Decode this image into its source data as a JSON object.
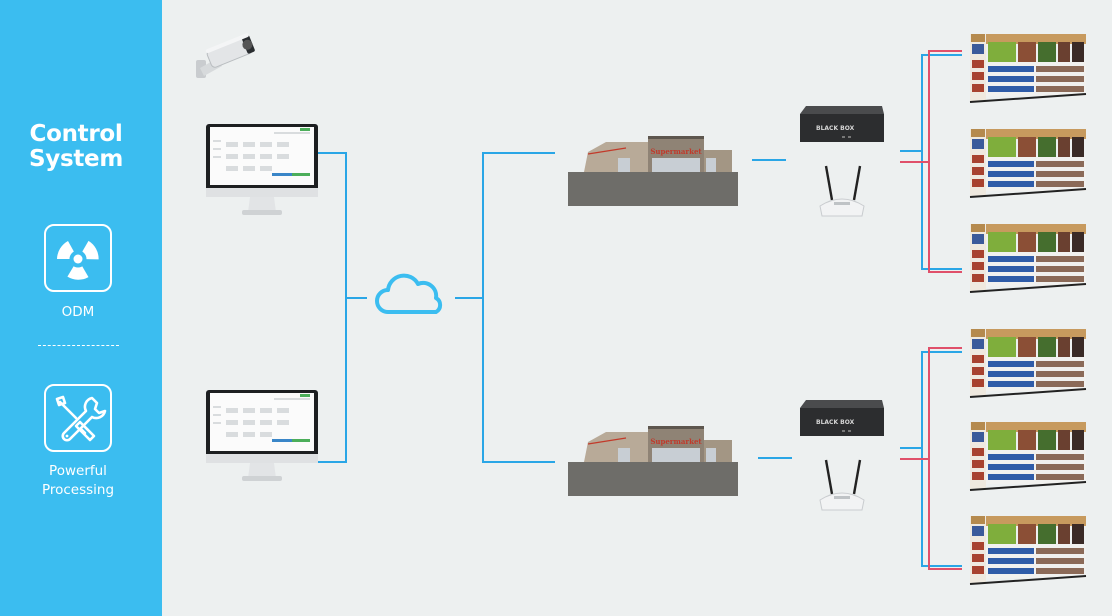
{
  "sidebar": {
    "title_line1": "Control",
    "title_line2": "System",
    "features": [
      {
        "label": "ODM",
        "icon": "radiation-fan-icon"
      },
      {
        "label_line1": "Powerful",
        "label_line2": "Processing",
        "icon": "wrench-screwdriver-icon"
      }
    ]
  },
  "diagram": {
    "camera": {
      "icon": "cctv-camera-icon"
    },
    "monitors": [
      {
        "icon": "desktop-monitor-icon"
      },
      {
        "icon": "desktop-monitor-icon"
      }
    ],
    "cloud": {
      "icon": "cloud-icon"
    },
    "stores": [
      {
        "sign": "Supermarket",
        "icon": "supermarket-building-icon"
      },
      {
        "sign": "Supermarket",
        "icon": "supermarket-building-icon"
      }
    ],
    "controllers": [
      {
        "brand": "BLACK BOX",
        "icon": "media-player-box-icon"
      },
      {
        "brand": "BLACK BOX",
        "icon": "media-player-box-icon"
      }
    ],
    "routers": [
      {
        "icon": "wifi-router-icon"
      },
      {
        "icon": "wifi-router-icon"
      }
    ],
    "shelves_per_group": 3,
    "shelf_groups": 2,
    "colors": {
      "sidebar": "#3bbdf0",
      "background": "#edf0f0",
      "line_blue": "#2aa6e6",
      "line_red": "#e0506a",
      "cloud": "#3bbdf0"
    }
  }
}
